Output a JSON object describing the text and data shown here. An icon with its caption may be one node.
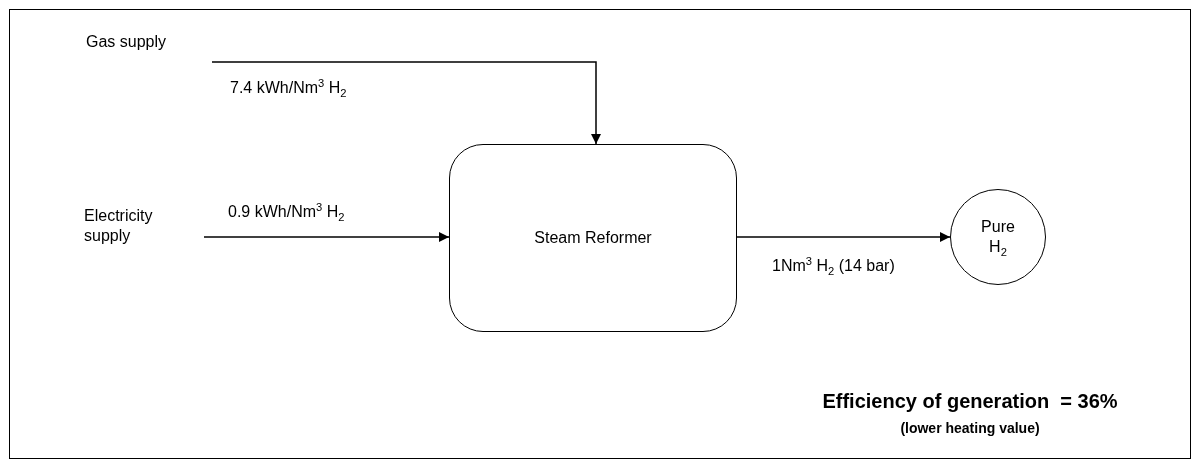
{
  "diagram": {
    "nodes": [
      {
        "text": [
          "Gas supply"
        ]
      },
      {
        "text": [
          "Electricity supply"
        ]
      },
      {
        "text": [
          "Steam Reformer"
        ]
      },
      {
        "text": [
          "Pure H$_{2}$"
        ]
      }
    ],
    "edges": [
      {
        "from": 0,
        "to": 2,
        "arrow": "to",
        "label": "7.4 kWh/Nm$^{3}$ H$_{2}$"
      },
      {
        "from": 1,
        "to": 2,
        "arrow": "to",
        "label": "0.9 kWh/Nm$^{3}$ H$_{2}$"
      },
      {
        "from": 2,
        "to": 3,
        "arrow": "to",
        "label": "1Nm$^{3}$ H$_{2}$ (14 bar)"
      }
    ],
    "labels": [
      "Efficiency of generation  = 36%",
      "(lower heating value)"
    ]
  }
}
